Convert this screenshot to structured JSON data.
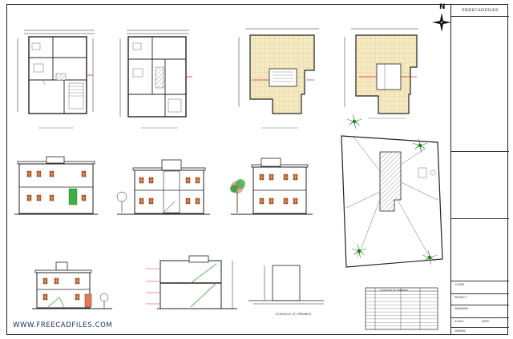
{
  "title_block": {
    "company": "FREECADFILES",
    "rows": [
      "CLIENT",
      "PROJECT",
      "DRAWING",
      "SCALE",
      "DATE",
      "DRAWN"
    ]
  },
  "compass": {
    "letter": "N"
  },
  "watermark": "WWW.FREECADFILES.COM",
  "schedule": {
    "title": "SCHEDULE OF OPENINGS",
    "rows": 11
  },
  "icons": {
    "compass": "north-arrow-icon",
    "tree": "tree-icon",
    "palm": "palm-tree-icon"
  },
  "colors": {
    "line": "#222222",
    "floor_tile": "#f4e9c0",
    "floor_grid": "#d6c889",
    "window": "#c0602a",
    "green": "#2e9e2e",
    "red": "#d9283a",
    "blue_label": "#1d2f6b"
  }
}
